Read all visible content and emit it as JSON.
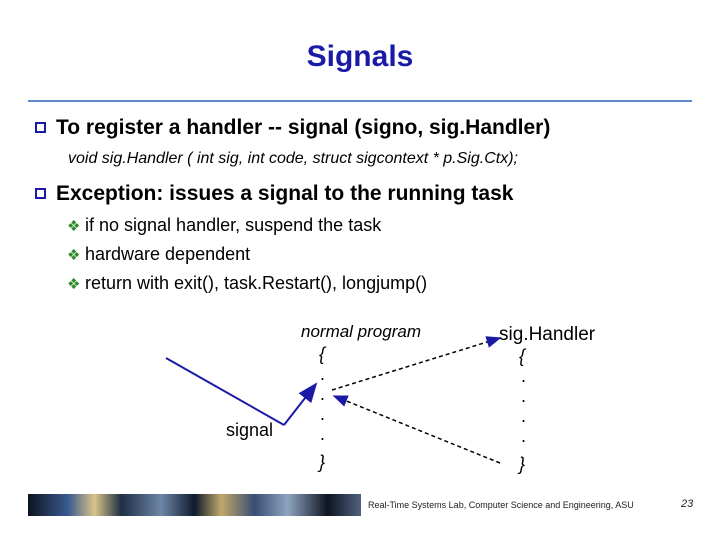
{
  "title": "Signals",
  "bullets": [
    {
      "text": "To register a handler -- signal (signo, sig.Handler)",
      "sub": "void sig.Handler ( int sig, int code, struct sigcontext * p.Sig.Ctx);"
    },
    {
      "text": "Exception: issues a signal to the running task",
      "items": [
        "if no signal handler, suspend the task",
        "hardware dependent",
        "return with exit(), task.Restart(), longjump()"
      ]
    }
  ],
  "diagram": {
    "signal_label": "signal",
    "program_label": "normal program",
    "program_open": "{",
    "program_close": "}",
    "handler_label": "sig.Handler",
    "handler_open": "{",
    "handler_close": "}",
    "dot": "."
  },
  "footer": {
    "text": "Real-Time Systems Lab, Computer Science and Engineering, ASU",
    "page": "23"
  },
  "colors": {
    "title": "#1a1aa6",
    "bullet_box": "#1a1aa6",
    "check": "#2e8b2e",
    "rule": "#5b8ac6"
  },
  "icons": {
    "bullet": "square-bullet-icon",
    "sub_bullet": "check-bullet-icon"
  }
}
